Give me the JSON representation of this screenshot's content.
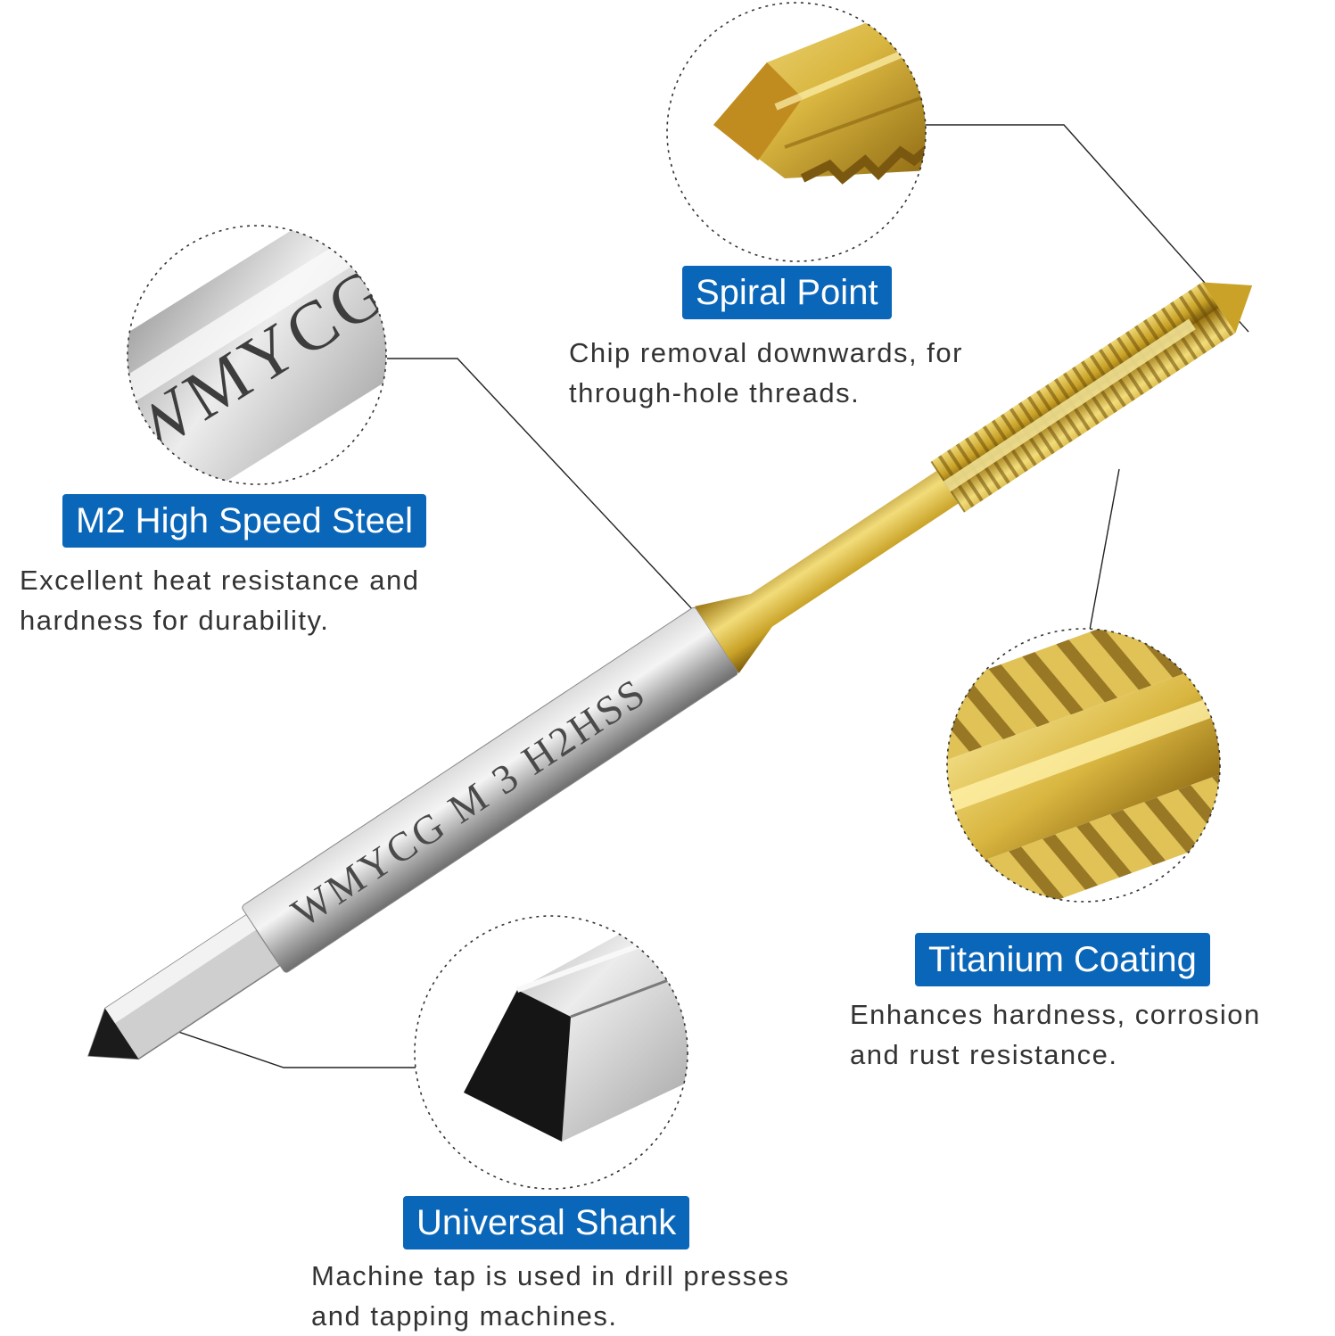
{
  "theme": {
    "badge_color": "#0a66b8",
    "text_color": "#333333",
    "gold": "#c9a227",
    "steel": "#b5b5b5"
  },
  "product": {
    "shank_engraving": "WMYCG M 3 H2HSS",
    "icon": "thread-tap-icon"
  },
  "callouts": {
    "spiral_point": {
      "title": "Spiral Point",
      "line1": "Chip removal downwards, for",
      "line2": "through-hole threads.",
      "icon": "spiral-point-zoom-icon"
    },
    "steel": {
      "title": "M2 High Speed Steel",
      "line1": "Excellent heat resistance and",
      "line2": "hardness for durability.",
      "engraving": "WMYCG M",
      "icon": "engraved-shank-zoom-icon"
    },
    "coating": {
      "title": "Titanium Coating",
      "line1": "Enhances hardness, corrosion",
      "line2": "and rust resistance.",
      "icon": "threaded-flute-zoom-icon"
    },
    "shank": {
      "title": "Universal Shank",
      "line1": "Machine tap is used in drill presses",
      "line2": "and tapping machines.",
      "icon": "square-shank-end-zoom-icon"
    }
  }
}
